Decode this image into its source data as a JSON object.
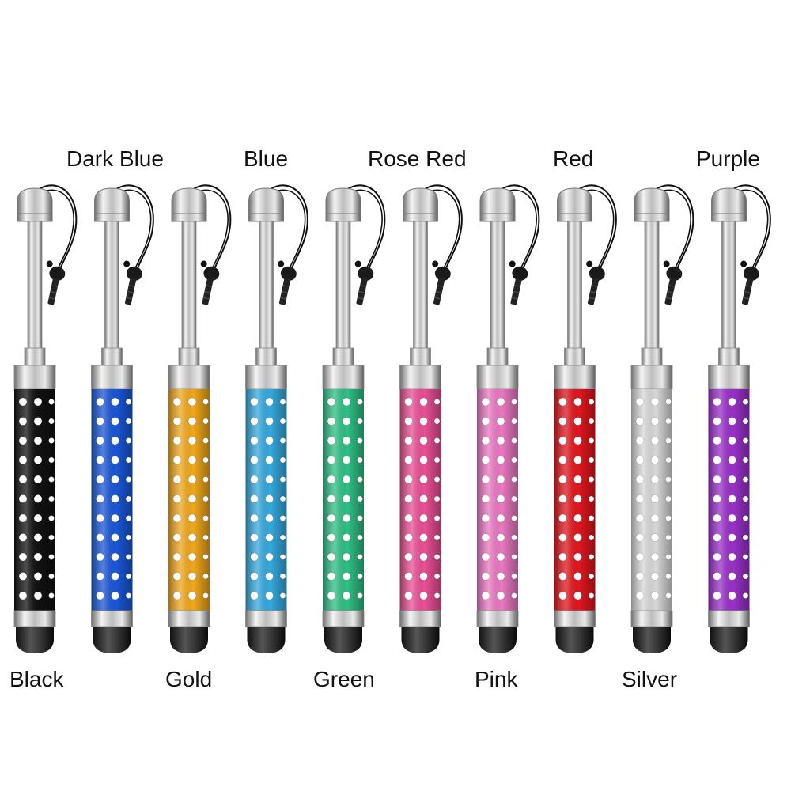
{
  "top_labels": [
    "Dark Blue",
    "Blue",
    "Rose Red",
    "Red",
    "Purple"
  ],
  "bottom_labels": [
    "Black",
    "Gold",
    "Green",
    "Pink",
    "Silver"
  ],
  "styluses": [
    {
      "name": "black-stylus",
      "color": "#111111"
    },
    {
      "name": "dark-blue-stylus",
      "color": "#1a56d6"
    },
    {
      "name": "gold-stylus",
      "color": "#f0a81c"
    },
    {
      "name": "blue-stylus",
      "color": "#35a9de"
    },
    {
      "name": "green-stylus",
      "color": "#2fbf85"
    },
    {
      "name": "rose-red-stylus",
      "color": "#ea4f95"
    },
    {
      "name": "pink-stylus",
      "color": "#eb78c2"
    },
    {
      "name": "red-stylus",
      "color": "#e0161e"
    },
    {
      "name": "silver-stylus",
      "color": "#d8d8d8"
    },
    {
      "name": "purple-stylus",
      "color": "#9a30c9"
    }
  ]
}
